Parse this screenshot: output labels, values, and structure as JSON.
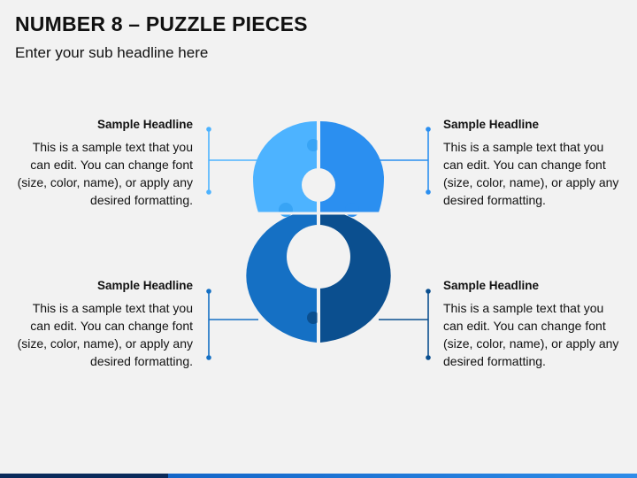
{
  "slide": {
    "title": "NUMBER 8 – PUZZLE PIECES",
    "subtitle": "Enter your sub headline here"
  },
  "blocks": [
    {
      "headline": "Sample Headline",
      "text": "This is a sample text that you can edit. You can change font (size, color, name), or apply any desired formatting."
    },
    {
      "headline": "Sample Headline",
      "text": "This is a sample text that you can edit. You can change font (size, color, name), or apply any desired formatting."
    },
    {
      "headline": "Sample Headline",
      "text": "This is a sample text that you can edit. You can change font (size, color, name), or apply any desired formatting."
    },
    {
      "headline": "Sample Headline",
      "text": "This is a sample text that you can edit. You can change font (size, color, name), or apply any desired formatting."
    }
  ],
  "colors": {
    "top_left_piece": "#4db3ff",
    "top_right_piece": "#2b8ff0",
    "bottom_left_piece": "#1570c4",
    "bottom_right_piece": "#0b4f8f",
    "top_connector": "#38a4f5",
    "bottom_connector": "#1a6cb8",
    "background": "#f2f2f2"
  }
}
